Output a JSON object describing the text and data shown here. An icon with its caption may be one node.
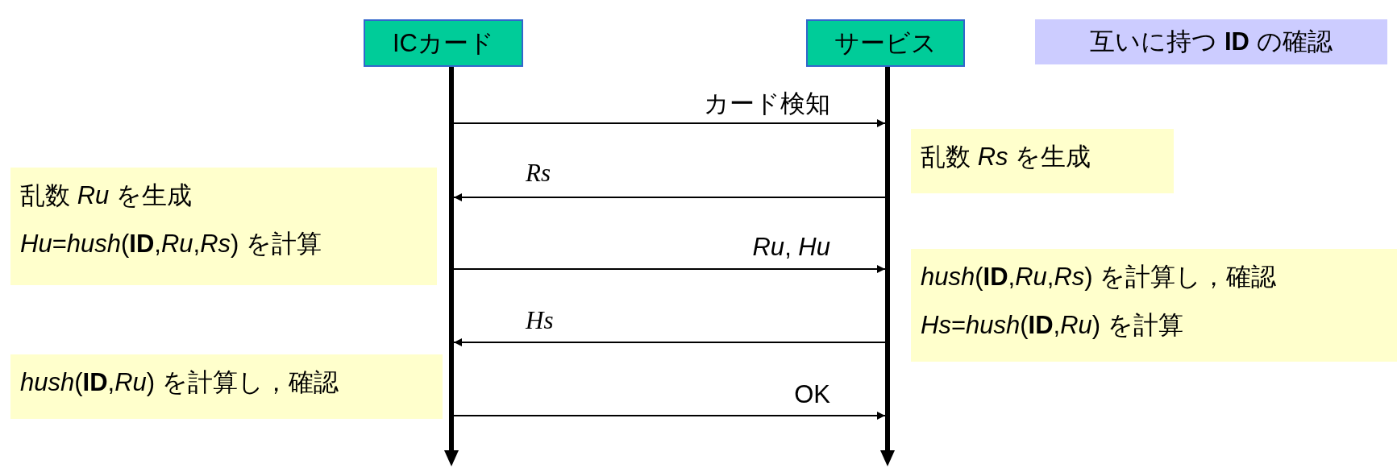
{
  "diagram": {
    "title": "互いに持つ **ID** の確認",
    "nodes": [
      {
        "text": [
          "ICカード"
        ]
      },
      {
        "text": [
          "サービス"
        ]
      },
      {
        "text": [],
        "shape": "bar"
      },
      {
        "text": [],
        "shape": "bar"
      },
      {
        "text": [
          "乱数 *Rs* を生成"
        ]
      },
      {
        "text": [
          "乱数 *Ru* を生成",
          "*Hu*=*hush*(**ID**,*Ru*,*Rs*) を計算"
        ]
      },
      {
        "text": [
          "*hush*(**ID**,*Ru*,*Rs*) を計算し，確認",
          "*Hs*=*hush*(**ID**,*Ru*) を計算"
        ]
      },
      {
        "text": [
          "*hush*(**ID**,*Ru*) を計算し，確認"
        ]
      }
    ],
    "edges": [
      {
        "from": 2,
        "to": 3,
        "arrow": "to",
        "label": "カード検知"
      },
      {
        "from": 3,
        "to": 2,
        "arrow": "to",
        "label": "Rs"
      },
      {
        "from": 2,
        "to": 3,
        "arrow": "to",
        "label": "*Ru*, *Hu*"
      },
      {
        "from": 3,
        "to": 2,
        "arrow": "to",
        "label": "Hs"
      },
      {
        "from": 2,
        "to": 3,
        "arrow": "to",
        "label": "OK"
      },
      {
        "from": 0,
        "to": 2,
        "arrow": "none",
        "style": "thick"
      },
      {
        "from": 1,
        "to": 3,
        "arrow": "none",
        "style": "thick"
      }
    ]
  }
}
